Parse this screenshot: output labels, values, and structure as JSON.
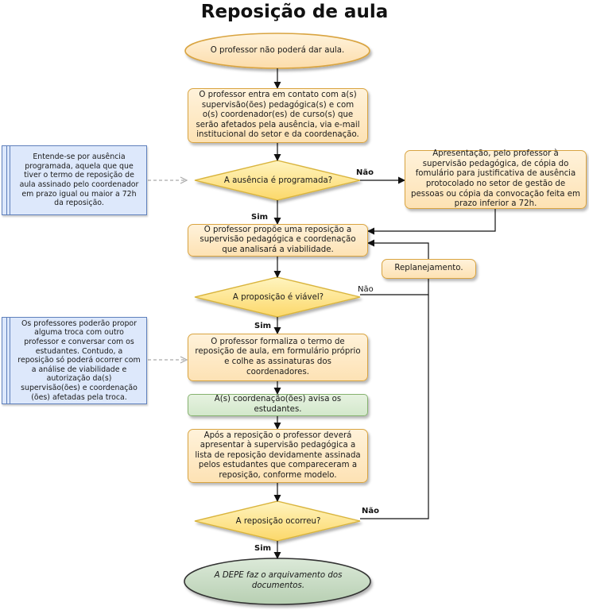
{
  "title": "Reposição de aula",
  "nodes": {
    "start": "O professor não poderá dar aula.",
    "contact": "O professor entra em contato com a(s) supervisão(ões) pedagógica(s) e com o(s) coordenador(es) de curso(s) que serão afetados pela ausência, via e-mail institucional do setor e da coordenação.",
    "decision_programmed": "A ausência é programada?",
    "presentation": "Apresentação, pelo professor à supervisão pedagógica, de cópia do fomulário para justificativa de ausência protocolado no setor de gestão de pessoas ou cópia da convocação feita em prazo inferior a 72h.",
    "propose": "O professor propõe uma reposição a supervisão pedagógica e coordenação que analisará a viabilidade.",
    "replan": "Replanejamento.",
    "decision_viable": "A proposição é viável?",
    "formalize": "O professor formaliza o termo de reposição de aula, em formulário próprio e colhe as assinaturas dos coordenadores.",
    "notify": "A(s) coordenação(ões) avisa os estudantes.",
    "after": "Após a reposição o professor deverá apresentar à supervisão pedagógica a lista de reposição devidamente assinada pelos estudantes que compareceram a reposição, conforme modelo.",
    "decision_occurred": "A reposição ocorreu?",
    "end": "A DEPE faz o arquivamento dos documentos."
  },
  "notes": {
    "programmed": "Entende-se por ausência programada, aquela que que tiver o termo de reposição de aula assinado pelo coordenador em prazo igual ou maior a 72h da reposição.",
    "exchange": "Os professores poderão propor alguma troca com outro professor e conversar com os estudantes. Contudo, a reposição só poderá ocorrer com a análise de viabilidade e autorização da(s) supervisão(ões) e coordenação (ões) afetadas pela troca."
  },
  "labels": {
    "nao_programmed": "Não",
    "sim_programmed": "Sim",
    "nao_viable": "Não",
    "sim_viable": "Sim",
    "nao_occurred": "Não",
    "sim_occurred": "Sim"
  },
  "colors": {
    "process_fill": "#fde2b4",
    "process_border": "#d9a441",
    "decision_fill": "#fde58a",
    "green_fill": "#d3e8cb",
    "end_fill": "#c7dcc4",
    "note_fill": "#dde8fb",
    "note_border": "#5f80bc",
    "arrow": "#111111"
  }
}
